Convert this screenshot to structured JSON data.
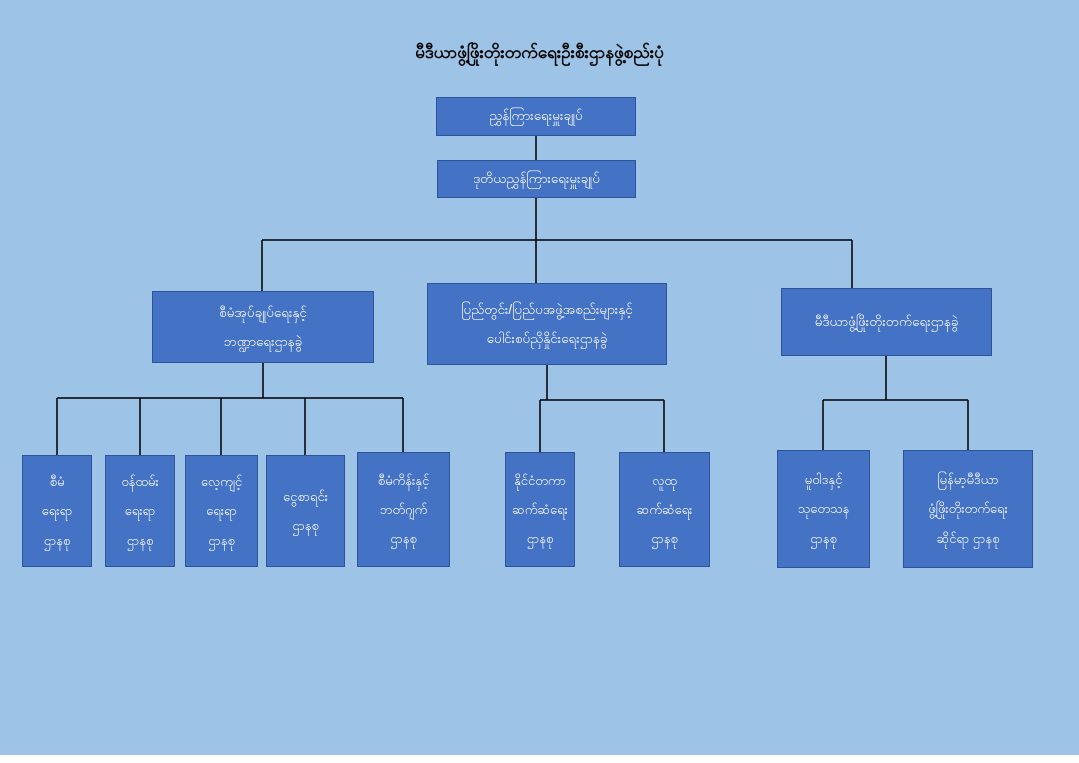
{
  "title": "မီဒီယာဖွံ့ဖြိုးတိုးတက်ရေးဦးစီးဌာနဖွဲ့စည်းပုံ",
  "colors": {
    "background": "#9DC3E6",
    "box_fill": "#4472C4",
    "box_border": "#2E5597",
    "box_text": "#FFFFFF",
    "line": "#000000",
    "title_text": "#000000",
    "footer": "#FFFFFF"
  },
  "org": {
    "root": {
      "label": "ညွှန်ကြားရေးမှူးချုပ်"
    },
    "deputy": {
      "label": "ဒုတိယညွှန်ကြားရေးမှူးချုပ်"
    },
    "divisions": [
      {
        "lines": [
          "စီမံအုပ်ချုပ်ရေးနှင့်",
          "ဘဏ္ဍာရေးဌာနခွဲ"
        ]
      },
      {
        "lines": [
          "ပြည်တွင်း/ပြည်ပအဖွဲ့အစည်းများနှင့်",
          "ပေါင်းစပ်ညှိနှိုင်းရေးဌာနခွဲ"
        ]
      },
      {
        "lines": [
          "မီဒီယာဖွံ့ဖြိုးတိုးတက်ရေးဌာနခွဲ"
        ]
      }
    ],
    "units": [
      {
        "lines": [
          "စီမံ",
          "ရေးရာ",
          "ဌာနစု"
        ]
      },
      {
        "lines": [
          "ဝန်ထမ်း",
          "ရေးရာ",
          "ဌာနစု"
        ]
      },
      {
        "lines": [
          "လေ့ကျင့်",
          "ရေးရာ",
          "ဌာနစု"
        ]
      },
      {
        "lines": [
          "ငွေစာရင်း",
          "ဌာနစု"
        ]
      },
      {
        "lines": [
          "စီမံကိန်းနှင့်",
          "ဘတ်ဂျက်",
          "ဌာနစု"
        ]
      },
      {
        "lines": [
          "နိုင်ငံတကာ",
          "ဆက်ဆံရေး",
          "ဌာနစု"
        ]
      },
      {
        "lines": [
          "လူထု",
          "ဆက်ဆံရေး",
          "ဌာနစု"
        ]
      },
      {
        "lines": [
          "မူဝါဒနှင့်",
          "သုတေသန",
          "ဌာနစု"
        ]
      },
      {
        "lines": [
          "မြန်မာ့မီဒီယာ",
          "ဖွံ့ဖြိုးတိုးတက်ရေး",
          "ဆိုင်ရာ ဌာနစု"
        ]
      }
    ]
  }
}
